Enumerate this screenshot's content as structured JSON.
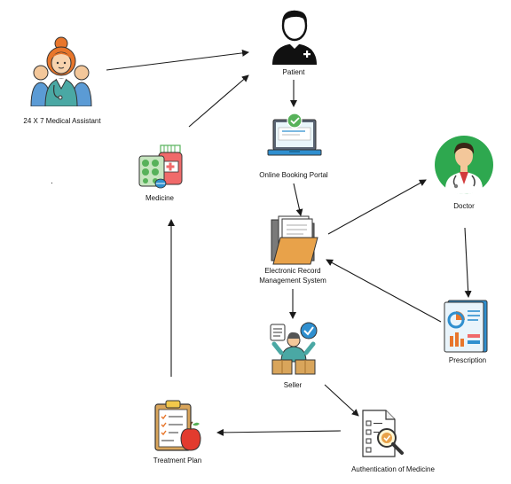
{
  "colors": {
    "arrow": "#1a1a1a",
    "accent_orange": "#e8762b",
    "accent_blue": "#2f8fcf",
    "accent_green": "#57b25a",
    "accent_teal": "#4aa8a4"
  },
  "nodes": {
    "patient": {
      "label": "Patient",
      "icon": "patient-icon"
    },
    "assistant": {
      "label": "24 X 7 Medical Assistant",
      "icon": "medical-assistant-icon"
    },
    "medicine": {
      "label": "Medicine",
      "icon": "medicine-icon"
    },
    "portal": {
      "label": "Online Booking Portal",
      "icon": "booking-portal-icon"
    },
    "doctor": {
      "label": "Doctor",
      "icon": "doctor-icon"
    },
    "ehr": {
      "label_line1": "Electronic Record",
      "label_line2": "Management System",
      "icon": "record-folder-icon"
    },
    "prescription": {
      "label": "Prescription",
      "icon": "prescription-icon"
    },
    "seller": {
      "label": "Seller",
      "icon": "seller-icon"
    },
    "authentication": {
      "label": "Authentication of Medicine",
      "icon": "authentication-icon"
    },
    "treatment": {
      "label": "Treatment Plan",
      "icon": "treatment-plan-icon"
    }
  },
  "edges": [
    {
      "from": "assistant",
      "to": "patient"
    },
    {
      "from": "medicine",
      "to": "patient"
    },
    {
      "from": "patient",
      "to": "portal"
    },
    {
      "from": "portal",
      "to": "ehr"
    },
    {
      "from": "ehr",
      "to": "doctor"
    },
    {
      "from": "doctor",
      "to": "prescription"
    },
    {
      "from": "prescription",
      "to": "ehr"
    },
    {
      "from": "ehr",
      "to": "seller"
    },
    {
      "from": "seller",
      "to": "authentication"
    },
    {
      "from": "authentication",
      "to": "treatment"
    },
    {
      "from": "treatment",
      "to": "medicine"
    }
  ],
  "stray_mark": "."
}
